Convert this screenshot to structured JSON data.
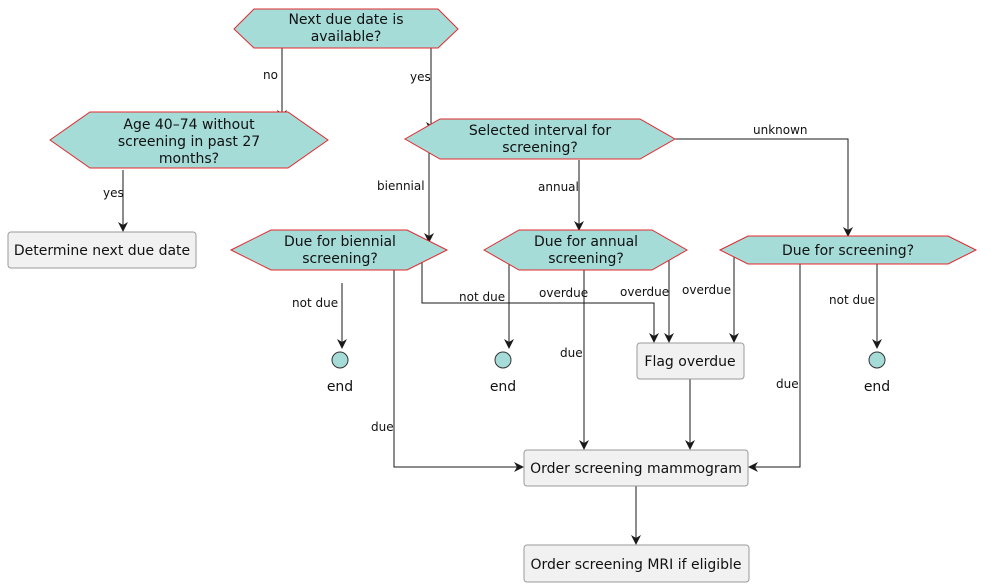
{
  "nodes": {
    "next_due": {
      "lines": [
        "Next due date is",
        "available?"
      ]
    },
    "age_check": {
      "lines": [
        "Age 40–74 without",
        "screening in past 27",
        "months?"
      ]
    },
    "determine": {
      "lines": [
        "Determine next due date"
      ]
    },
    "interval": {
      "lines": [
        "Selected interval for",
        "screening?"
      ]
    },
    "due_biennial": {
      "lines": [
        "Due for biennial",
        "screening?"
      ]
    },
    "due_annual": {
      "lines": [
        "Due for annual",
        "screening?"
      ]
    },
    "due_screening": {
      "lines": [
        "Due for screening?"
      ]
    },
    "flag_overdue": {
      "lines": [
        "Flag overdue"
      ]
    },
    "order_mammogram": {
      "lines": [
        "Order screening mammogram"
      ]
    },
    "order_mri": {
      "lines": [
        "Order screening MRI if eligible"
      ]
    },
    "end_biennial": {
      "label": "end"
    },
    "end_annual": {
      "label": "end"
    },
    "end_screening": {
      "label": "end"
    }
  },
  "edge_labels": {
    "no": "no",
    "yes_next": "yes",
    "yes_age": "yes",
    "unknown": "unknown",
    "biennial": "biennial",
    "annual": "annual",
    "biennial_not_due": "not due",
    "biennial_overdue": "not due",
    "biennial_due": "due",
    "annual_not_due": "overdue",
    "annual_overdue": "overdue",
    "annual_due": "due",
    "screening_overdue": "overdue",
    "screening_not_due": "not due",
    "screening_due": "due"
  },
  "colors": {
    "decision_fill": "#a5dcd8",
    "decision_stroke": "#e2282d",
    "action_fill": "#f1f1f1",
    "action_stroke": "#9a9a9a",
    "edge": "#1a1a1a"
  }
}
